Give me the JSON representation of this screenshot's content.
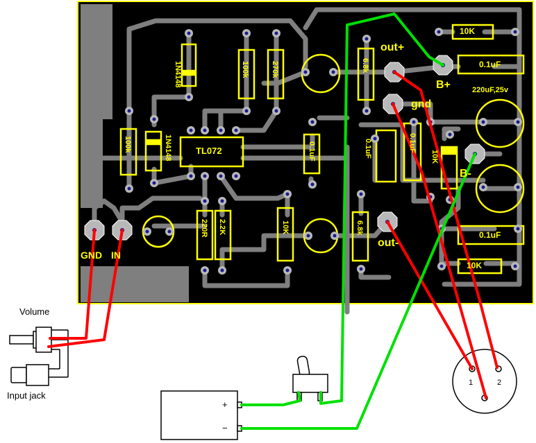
{
  "external": {
    "volume_label": "Volume",
    "jack_label": "Input jack",
    "battery_plus": "+",
    "battery_minus": "−",
    "xlr_pin1": "1",
    "xlr_pin2": "2"
  },
  "pcb": {
    "gnd_label": "GND",
    "in_label": "IN",
    "out_plus_label": "out+",
    "gnd_pad_label": "gnd",
    "b_plus_label": "B+",
    "b_minus_label": "B-",
    "out_minus_label": "out-"
  },
  "components": {
    "ic": "TL072",
    "r_100k_left": "100k",
    "d_1n4148_top": "1N4148",
    "d_1n4148_left": "1N4148",
    "r_100k_mid": "100k",
    "r_270k": "270k",
    "r_6k8_top": "6.8k",
    "r_10k_top_right": "10K",
    "c_01uf_top_right": "0.1uF",
    "c_220uf_label": "220uF,25v",
    "c_01uf_center": "0.1uF",
    "c_01uf_mid": "0.1uF",
    "c_01uf_vertical": "0.1uF",
    "r_10k_vertical": "10K",
    "r_220r": "220R",
    "r_2k2": "2.2K",
    "r_10k_mid": "10K",
    "r_6k8_bottom": "6.8k",
    "c_01uf_bottom_right": "0.1uF",
    "r_10k_bottom_right": "10K"
  },
  "colors": {
    "board": "#000000",
    "outline": "#ffff00",
    "trace": "#808080",
    "pad": "#b8b8b8",
    "pad_hole": "#1a1a8c",
    "silk": "#ffff00",
    "red_wire": "#ff0000",
    "green_wire": "#00e000"
  }
}
